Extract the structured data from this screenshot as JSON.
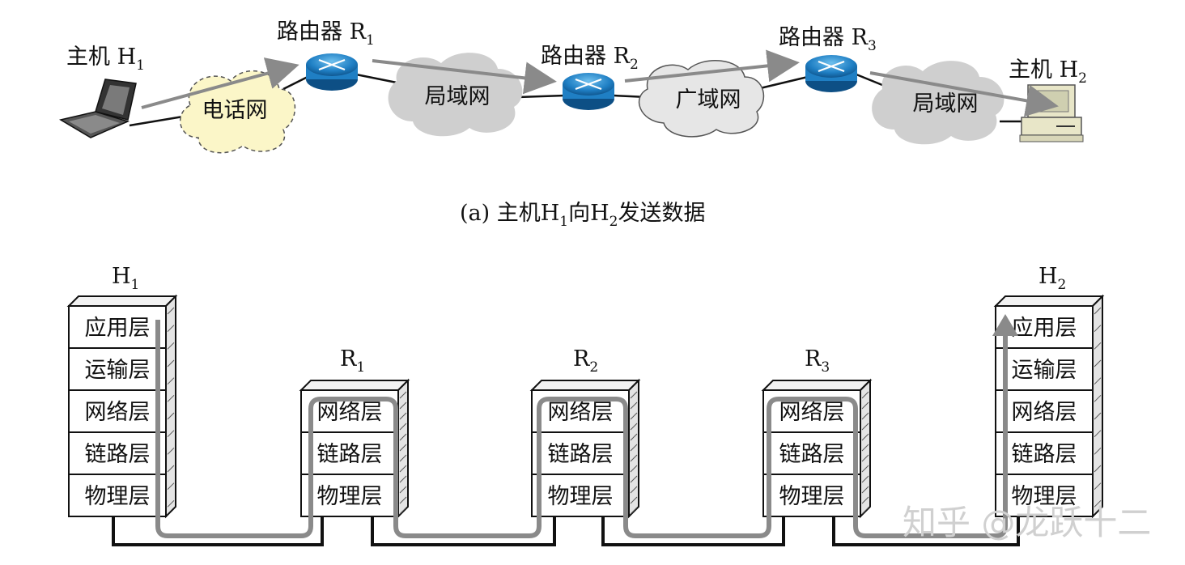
{
  "top": {
    "host1": {
      "label": "主机",
      "var": "H",
      "sub": "1"
    },
    "host2": {
      "label": "主机",
      "var": "H",
      "sub": "2"
    },
    "router1": {
      "label": "路由器",
      "var": "R",
      "sub": "1"
    },
    "router2": {
      "label": "路由器",
      "var": "R",
      "sub": "2"
    },
    "router3": {
      "label": "路由器",
      "var": "R",
      "sub": "3"
    },
    "clouds": {
      "phone": "电话网",
      "lan1": "局域网",
      "wan": "广域网",
      "lan2": "局域网"
    },
    "caption": {
      "prefix": "(a) 主机",
      "h1_var": "H",
      "h1_sub": "1",
      "mid": "向",
      "h2_var": "H",
      "h2_sub": "2",
      "suffix": "发送数据"
    }
  },
  "bottom": {
    "h1": {
      "var": "H",
      "sub": "1"
    },
    "h2": {
      "var": "H",
      "sub": "2"
    },
    "r1": {
      "var": "R",
      "sub": "1"
    },
    "r2": {
      "var": "R",
      "sub": "2"
    },
    "r3": {
      "var": "R",
      "sub": "3"
    },
    "host_layers": [
      "应用层",
      "运输层",
      "网络层",
      "链路层",
      "物理层"
    ],
    "router_layers": [
      "网络层",
      "链路层",
      "物理层"
    ]
  },
  "watermark": "知乎 @龙跃十二",
  "colors": {
    "router_blue": "#1f7fc4",
    "flow_gray": "#8a8a8a",
    "cloud_gray": "#cfcfcf",
    "phone_cloud": "#fbf6c8"
  }
}
